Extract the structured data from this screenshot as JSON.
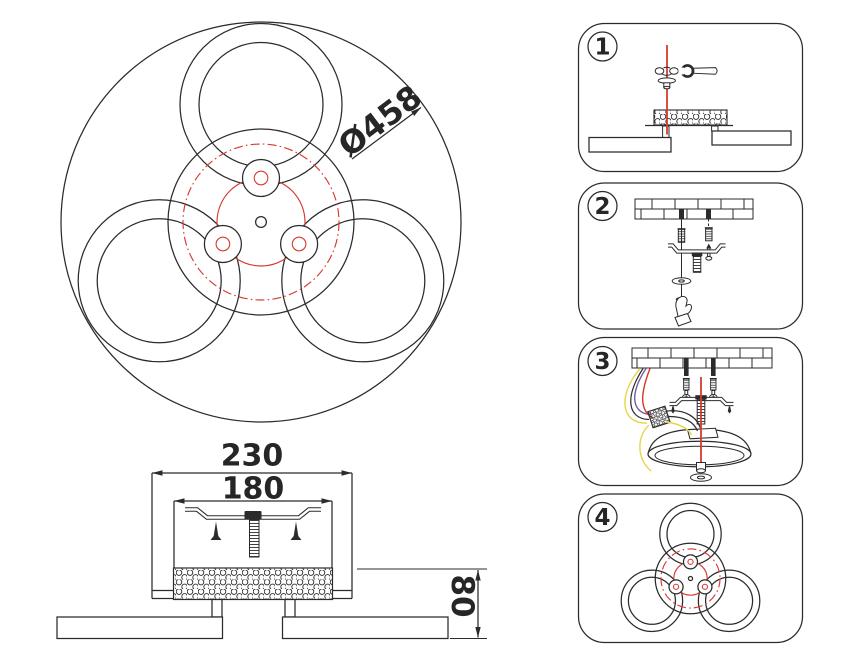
{
  "colors": {
    "line": "#2b2b2b",
    "accent_red": "#d63a2f",
    "wire_yellow": "#e9d44c",
    "wire_purple": "#7060a8",
    "wire_red": "#d8352b"
  },
  "top_view": {
    "diameter_label": "Ø458"
  },
  "side_view": {
    "overall_width": "230",
    "bracket_width": "180",
    "height": "80"
  },
  "steps": [
    {
      "number": "1",
      "icons": [
        "wing-nut-icon",
        "washer-icon",
        "wrench-icon",
        "driver-box",
        "red-guide-line",
        "ring-profiles"
      ]
    },
    {
      "number": "2",
      "icons": [
        "brick-ceiling",
        "drill-holes",
        "wall-anchor-icon",
        "threaded-rod",
        "mounting-bracket",
        "bracket-bolt",
        "screw-icon",
        "washer-icon",
        "hand-icon"
      ]
    },
    {
      "number": "3",
      "icons": [
        "brick-ceiling",
        "anchor-screw-icon",
        "mounting-bracket",
        "bracket-bolt",
        "red-guide-line",
        "wires",
        "terminal-block",
        "canopy",
        "finial-wing-nut"
      ]
    },
    {
      "number": "4",
      "icons": [
        "fixture-top-view-mini"
      ]
    }
  ]
}
